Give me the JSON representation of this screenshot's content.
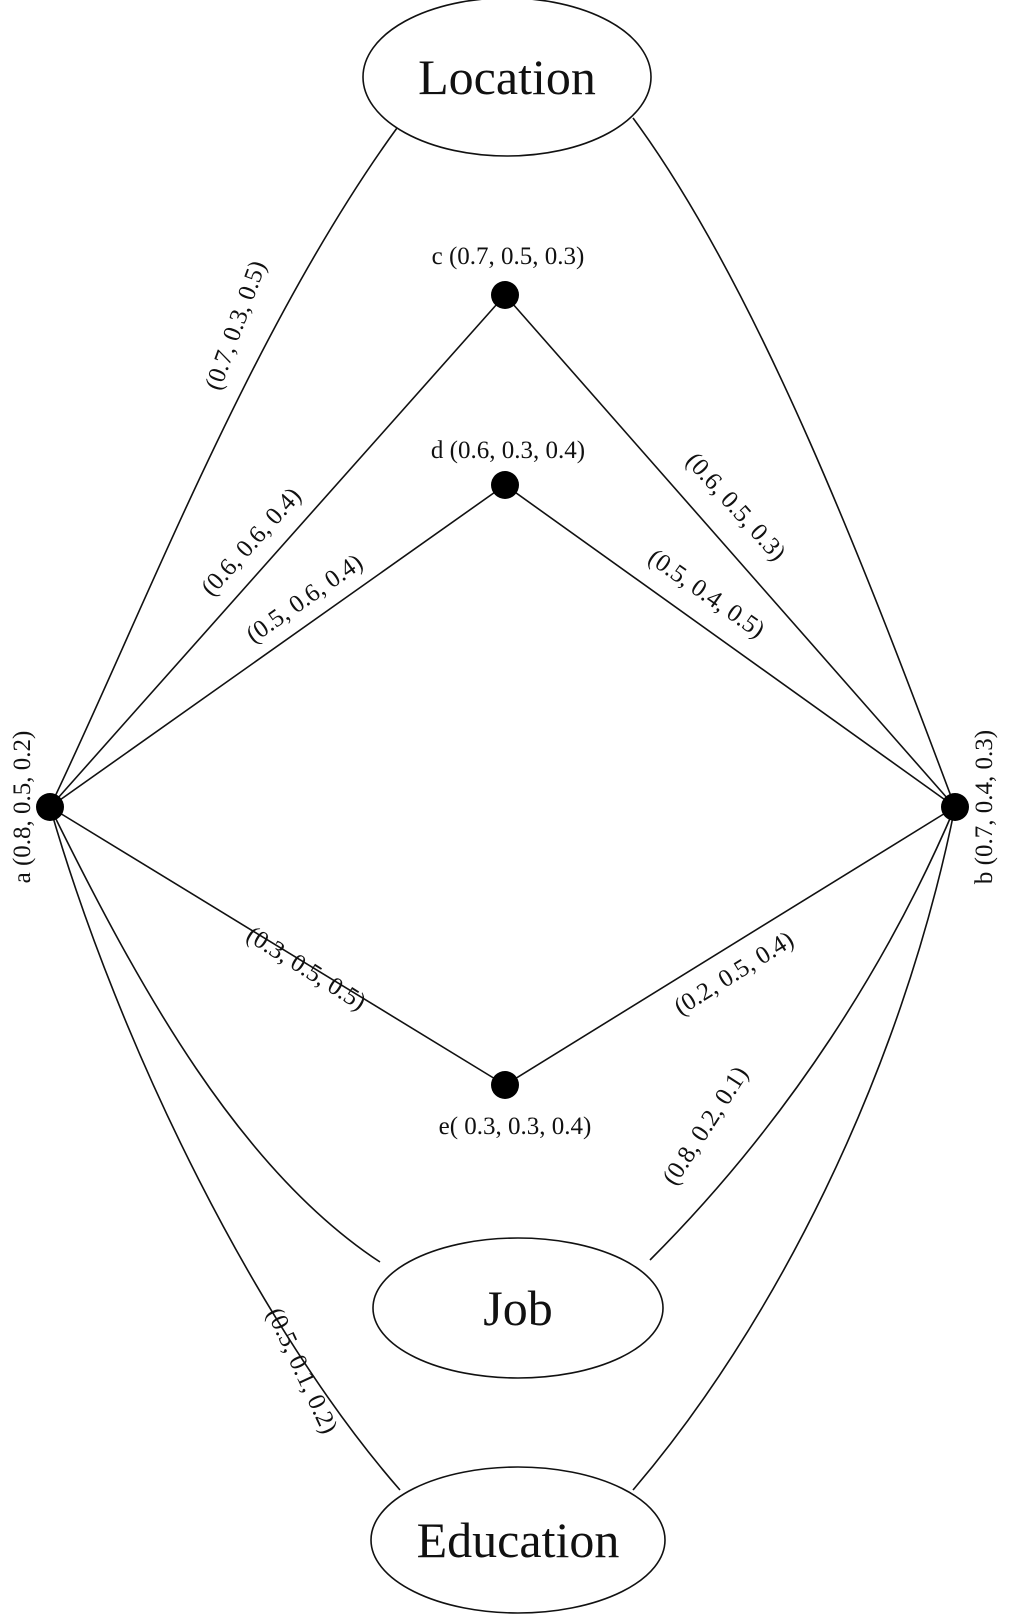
{
  "colors": {
    "ink": "#111111",
    "background": "#ffffff"
  },
  "hyperedges": {
    "location": "Location",
    "job": "Job",
    "education": "Education"
  },
  "vertices": {
    "a": "a (0.8, 0.5, 0.2)",
    "b": "b (0.7, 0.4, 0.3)",
    "c": "c (0.7, 0.5, 0.3)",
    "d": "d (0.6, 0.3, 0.4)",
    "e": "e( 0.3, 0.3, 0.4)"
  },
  "edges": {
    "a_location": "(0.7, 0.3, 0.5)",
    "a_c": "(0.6, 0.6, 0.4)",
    "a_d": "(0.5, 0.6, 0.4)",
    "c_b": "(0.6, 0.5, 0.3)",
    "d_b": "(0.5, 0.4, 0.5)",
    "a_e": "(0.3, 0.5, 0.5)",
    "e_b": "(0.2, 0.5, 0.4)",
    "job_b": "(0.8, 0.2, 0.1)",
    "a_education": "(0.5, 0.1, 0.2)"
  }
}
